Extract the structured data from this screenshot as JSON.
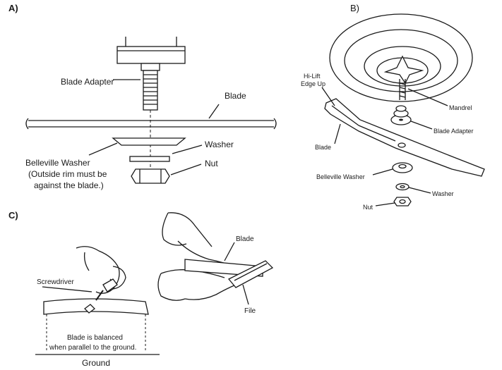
{
  "panel_a": {
    "letter": "A)",
    "blade_adapter": "Blade Adapter",
    "blade": "Blade",
    "washer": "Washer",
    "nut": "Nut",
    "belleville_line1": "Belleville Washer",
    "belleville_line2": "(Outside rim must be",
    "belleville_line3": "against the blade.)"
  },
  "panel_b": {
    "letter": "B)",
    "hilift_line1": "Hi-Lift",
    "hilift_line2": "Edge Up",
    "mandrel": "Mandrel",
    "blade_adapter": "Blade Adapter",
    "blade": "Blade",
    "belleville_washer": "Belleville Washer",
    "washer": "Washer",
    "nut": "Nut"
  },
  "panel_c": {
    "letter": "C)",
    "screwdriver": "Screwdriver",
    "balanced_line1": "Blade is balanced",
    "balanced_line2": "when parallel to the ground.",
    "ground": "Ground",
    "blade": "Blade",
    "file": "File"
  }
}
